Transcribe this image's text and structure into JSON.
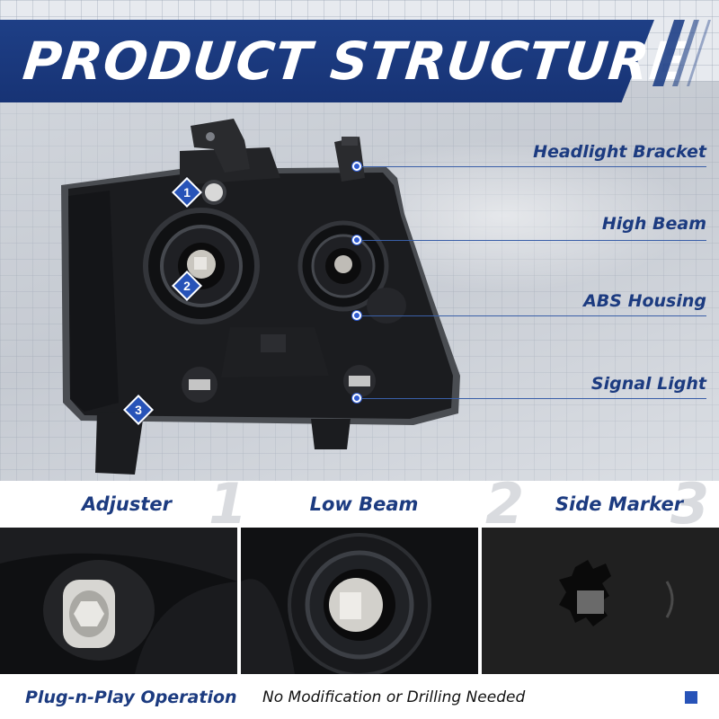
{
  "header": {
    "title": "PRODUCT STRUCTURE"
  },
  "callouts": [
    {
      "label": "Headlight Bracket"
    },
    {
      "label": "High Beam"
    },
    {
      "label": "ABS Housing"
    },
    {
      "label": "Signal Light"
    }
  ],
  "badges": [
    "1",
    "2",
    "3"
  ],
  "features": [
    {
      "label": "Adjuster",
      "number": "1"
    },
    {
      "label": "Low Beam",
      "number": "2"
    },
    {
      "label": "Side Marker",
      "number": "3"
    }
  ],
  "footer": {
    "title": "Plug-n-Play Operation",
    "subtitle": "No Modification or Drilling Needed"
  },
  "colors": {
    "brand": "#1e3f86",
    "accent": "#2753b8",
    "text": "#1c3b80"
  }
}
